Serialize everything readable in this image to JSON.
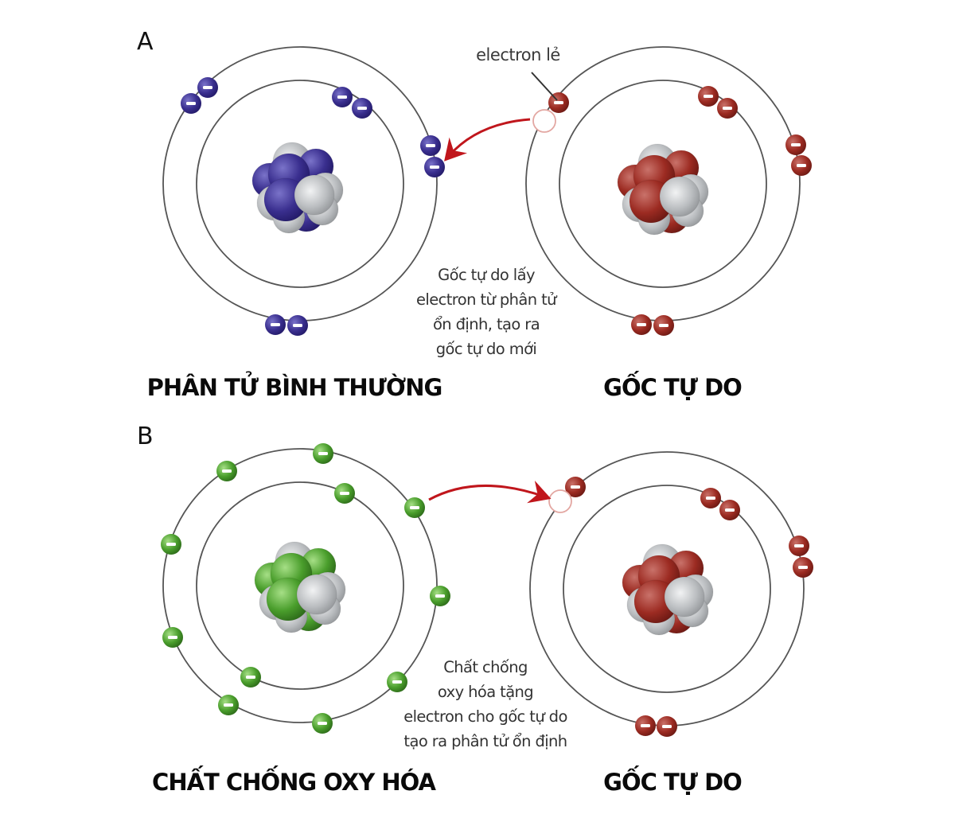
{
  "panels": [
    {
      "letter": "A",
      "left_atom": {
        "title": "PHÂN TỬ BÌNH THƯỜNG",
        "color": "blue",
        "outer_electrons": 6,
        "inner_electrons": 2
      },
      "right_atom": {
        "title": "GỐC TỰ DO",
        "color": "red",
        "outer_electrons": 5,
        "inner_electrons": 2
      },
      "arrow_direction": "right-to-left",
      "callout": "electron lẻ",
      "caption": [
        "Gốc tự do lấy",
        "electron từ phân tử",
        "ổn định, tạo ra",
        "gốc tự do mới"
      ]
    },
    {
      "letter": "B",
      "left_atom": {
        "title": "CHẤT CHỐNG OXY HÓA",
        "color": "green",
        "outer_electrons": 9,
        "inner_electrons": 2
      },
      "right_atom": {
        "title": "GỐC TỰ DO",
        "color": "red",
        "outer_electrons": 5,
        "inner_electrons": 2
      },
      "arrow_direction": "left-to-right",
      "caption": [
        "Chất chống",
        "oxy hóa tặng",
        "electron cho gốc tự do",
        "tạo ra phân tử ổn định"
      ]
    }
  ],
  "colors": {
    "blue": "#3a2f8f",
    "red": "#9c2b22",
    "green": "#4a9e2c",
    "gray": "#b9bcbf",
    "arrow": "#c0161c",
    "orbit": "#555555"
  }
}
